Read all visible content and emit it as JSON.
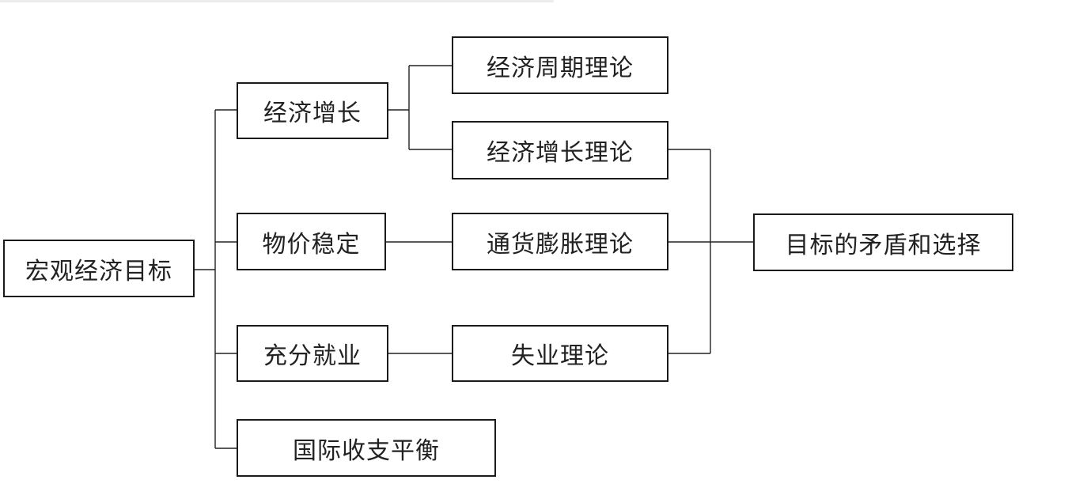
{
  "diagram": {
    "nodes": {
      "root": "宏观经济目标",
      "growth": "经济增长",
      "price_stability": "物价稳定",
      "full_employment": "充分就业",
      "balance_of_payments": "国际收支平衡",
      "business_cycle_theory": "经济周期理论",
      "growth_theory": "经济增长理论",
      "inflation_theory": "通货膨胀理论",
      "unemployment_theory": "失业理论",
      "goal_conflict_choice": "目标的矛盾和选择"
    }
  }
}
